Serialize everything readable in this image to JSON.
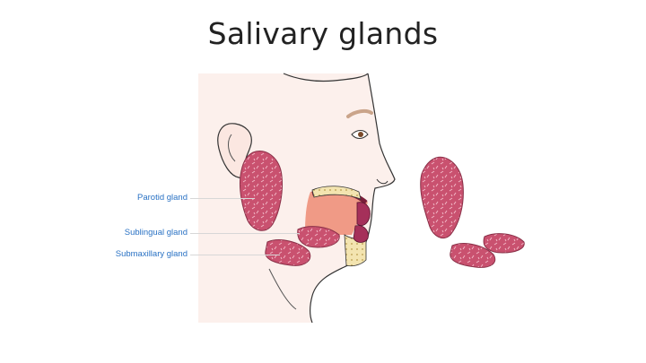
{
  "slide": {
    "title": "Salivary glands"
  },
  "labels": {
    "parotid": "Parotid gland",
    "sublingual": "Sublingual gland",
    "submaxillary": "Submaxillary gland"
  },
  "colors": {
    "label_text": "#2a72c4",
    "gland_fill": "#c9516f",
    "gland_light": "#e58aa0",
    "skin": "#fcf0ec",
    "outline": "#333333"
  }
}
